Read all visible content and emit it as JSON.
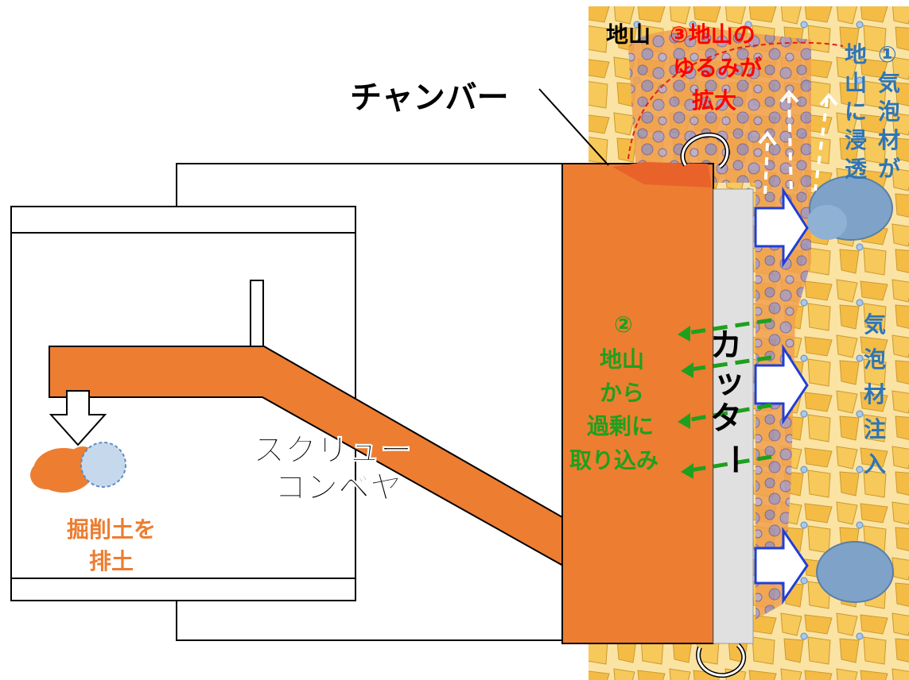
{
  "labels": {
    "chamber": "チャンバー",
    "ground": "地山",
    "loosening": [
      "③地山の",
      "ゆるみが",
      "拡大"
    ],
    "foam_penetrate": [
      "①",
      "気",
      "泡",
      "材",
      "が"
    ],
    "foam_penetrate_col2": [
      "地",
      "山",
      "に",
      "浸",
      "透"
    ],
    "cutter": [
      "カ",
      "ッ",
      "タ",
      "ー"
    ],
    "excess_intake": [
      "②",
      "地山",
      "から",
      "過剰に",
      "取り込み"
    ],
    "foam_injection": [
      "気",
      "泡",
      "材",
      "注",
      "入"
    ],
    "screw_conveyor": [
      "スクリュー",
      "コンベヤ"
    ],
    "discharge": [
      "掘削土を",
      "排土"
    ]
  },
  "colors": {
    "machine_orange": "#ED7D31",
    "cutter_gray": "#E0E0E0",
    "red_text": "#FF0000",
    "blue_text": "#2E75B6",
    "green_text": "#1EA01E",
    "ground_yellow": "#F7C85A"
  },
  "icons": [
    "arrow-right-icon",
    "arrow-down-icon",
    "rotation-arrow-icon",
    "upward-dashed-arrow-icon",
    "leftward-green-arrow-icon"
  ]
}
